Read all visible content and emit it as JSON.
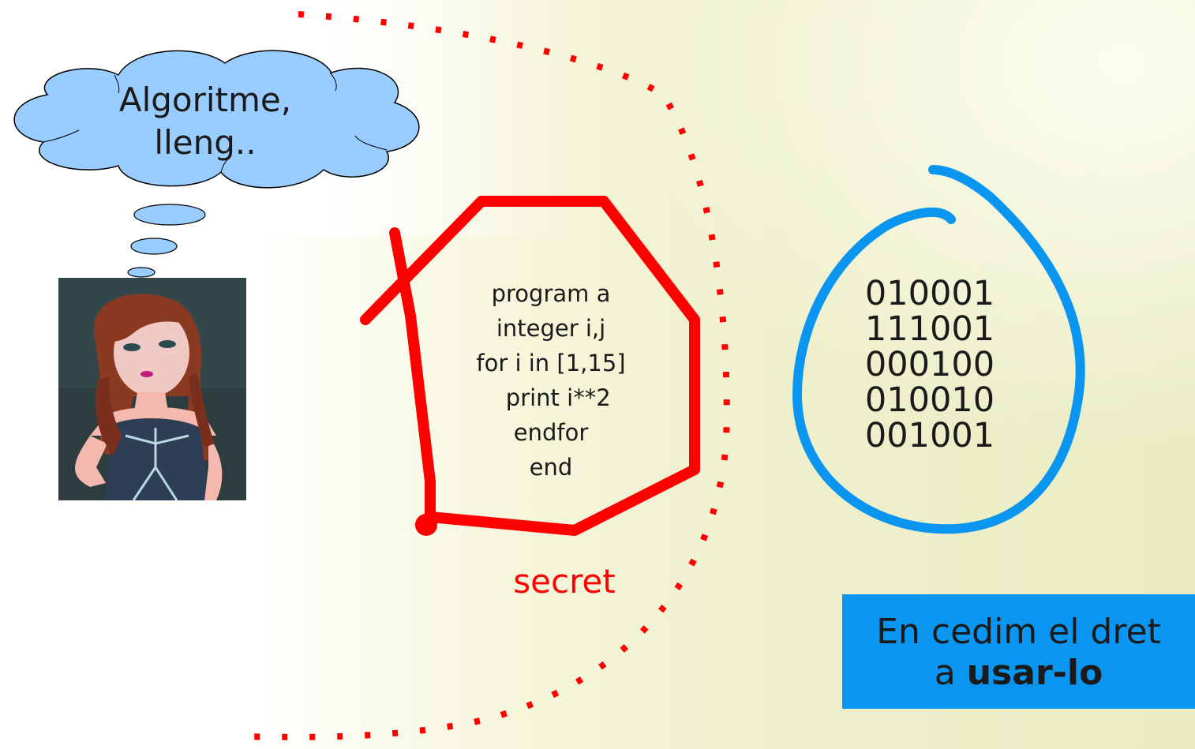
{
  "thought_bubble": {
    "text_line1": "Algoritme,",
    "text_line2": "lleng.."
  },
  "source_code": {
    "lines": [
      "program a",
      "integer i,j",
      "for i in [1,15]",
      "  print i**2",
      "endfor",
      "end"
    ]
  },
  "binary_code": {
    "lines": [
      "010001",
      "111001",
      "000100",
      "010010",
      "001001"
    ]
  },
  "secret_label": "secret",
  "rights_box": {
    "line1": "En cedim el dret",
    "line2_prefix": "a ",
    "line2_bold": "usar-lo"
  },
  "colors": {
    "secret_red": "#ff0000",
    "binary_blue": "#0a96f0",
    "cloud_fill": "#99ccff",
    "rights_box_bg": "#0a96f0"
  },
  "icons": {
    "portrait": "painted-woman-portrait-image",
    "cloud": "thought-cloud-icon"
  }
}
